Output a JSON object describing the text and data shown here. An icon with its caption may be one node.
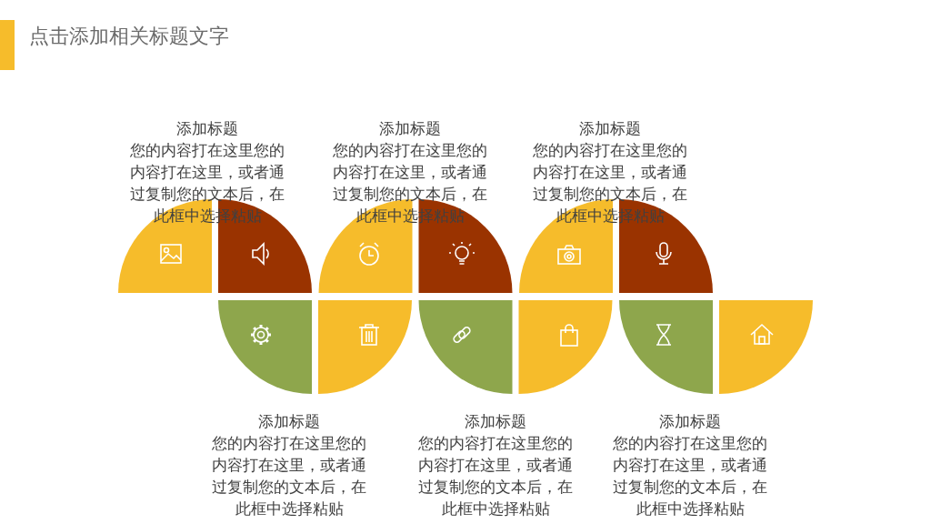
{
  "diagram": {
    "title": "点击添加相关标题文字",
    "labels": [
      "添加标题",
      "您的内容打在这里您的内容打在这里，或者通过复制您的文本后，在此框中选择粘贴",
      "添加标题",
      "您的内容打在这里您的内容打在这里，或者通过复制您的文本后，在此框中选择粘贴",
      "添加标题",
      "您的内容打在这里您的内容打在这里，或者通过复制您的文本后，在此框中选择粘贴",
      "添加标题",
      "您的内容打在这里您的内容打在这里，或者通过复制您的文本后，在此框中选择粘贴",
      "添加标题",
      "您的内容打在这里您的内容打在这里，或者通过复制您的文本后，在此框中选择粘贴",
      "添加标题",
      "您的内容打在这里您的内容打在这里，或者通过复制您的文本后，在此框中选择粘贴"
    ]
  }
}
